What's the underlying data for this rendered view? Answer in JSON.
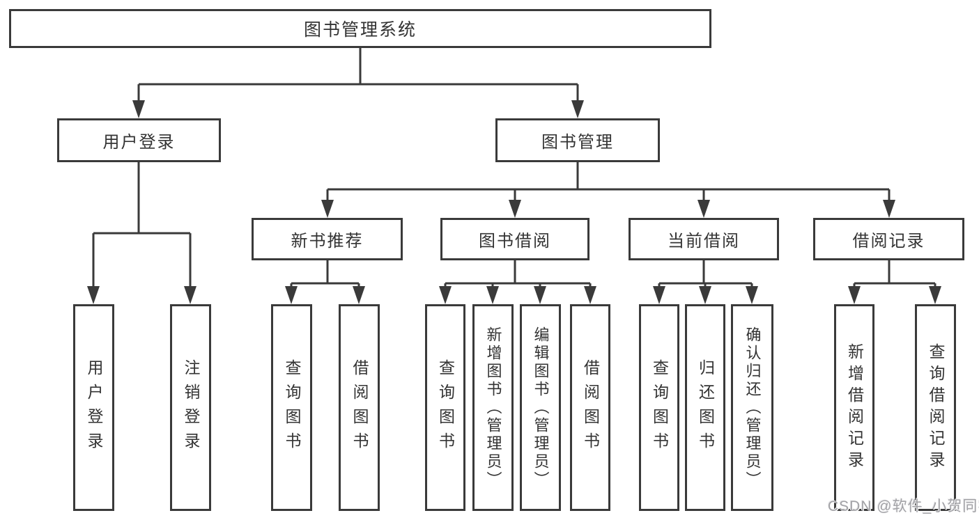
{
  "diagram": {
    "title_node": {
      "label": "图书管理系统"
    },
    "level2": [
      {
        "label": "用户登录"
      },
      {
        "label": "图书管理"
      }
    ],
    "level3": [
      {
        "label": "新书推荐"
      },
      {
        "label": "图书借阅"
      },
      {
        "label": "当前借阅"
      },
      {
        "label": "借阅记录"
      }
    ],
    "leaves": [
      {
        "label": "用户登录"
      },
      {
        "label": "注销登录"
      },
      {
        "label": "查询图书"
      },
      {
        "label": "借阅图书"
      },
      {
        "label": "查询图书"
      },
      {
        "label": "新增图书（管理员）"
      },
      {
        "label": "编辑图书（管理员）"
      },
      {
        "label": "借阅图书"
      },
      {
        "label": "查询图书"
      },
      {
        "label": "归还图书"
      },
      {
        "label": "确认归还（管理员）"
      },
      {
        "label": "新增借阅记录"
      },
      {
        "label": "查询借阅记录"
      }
    ],
    "colors": {
      "line": "#3a3a3a",
      "text": "#333333",
      "background": "#ffffff",
      "watermark": "#a2a2a6"
    }
  },
  "watermark": {
    "text": "CSDN @软件_小贺同学"
  }
}
